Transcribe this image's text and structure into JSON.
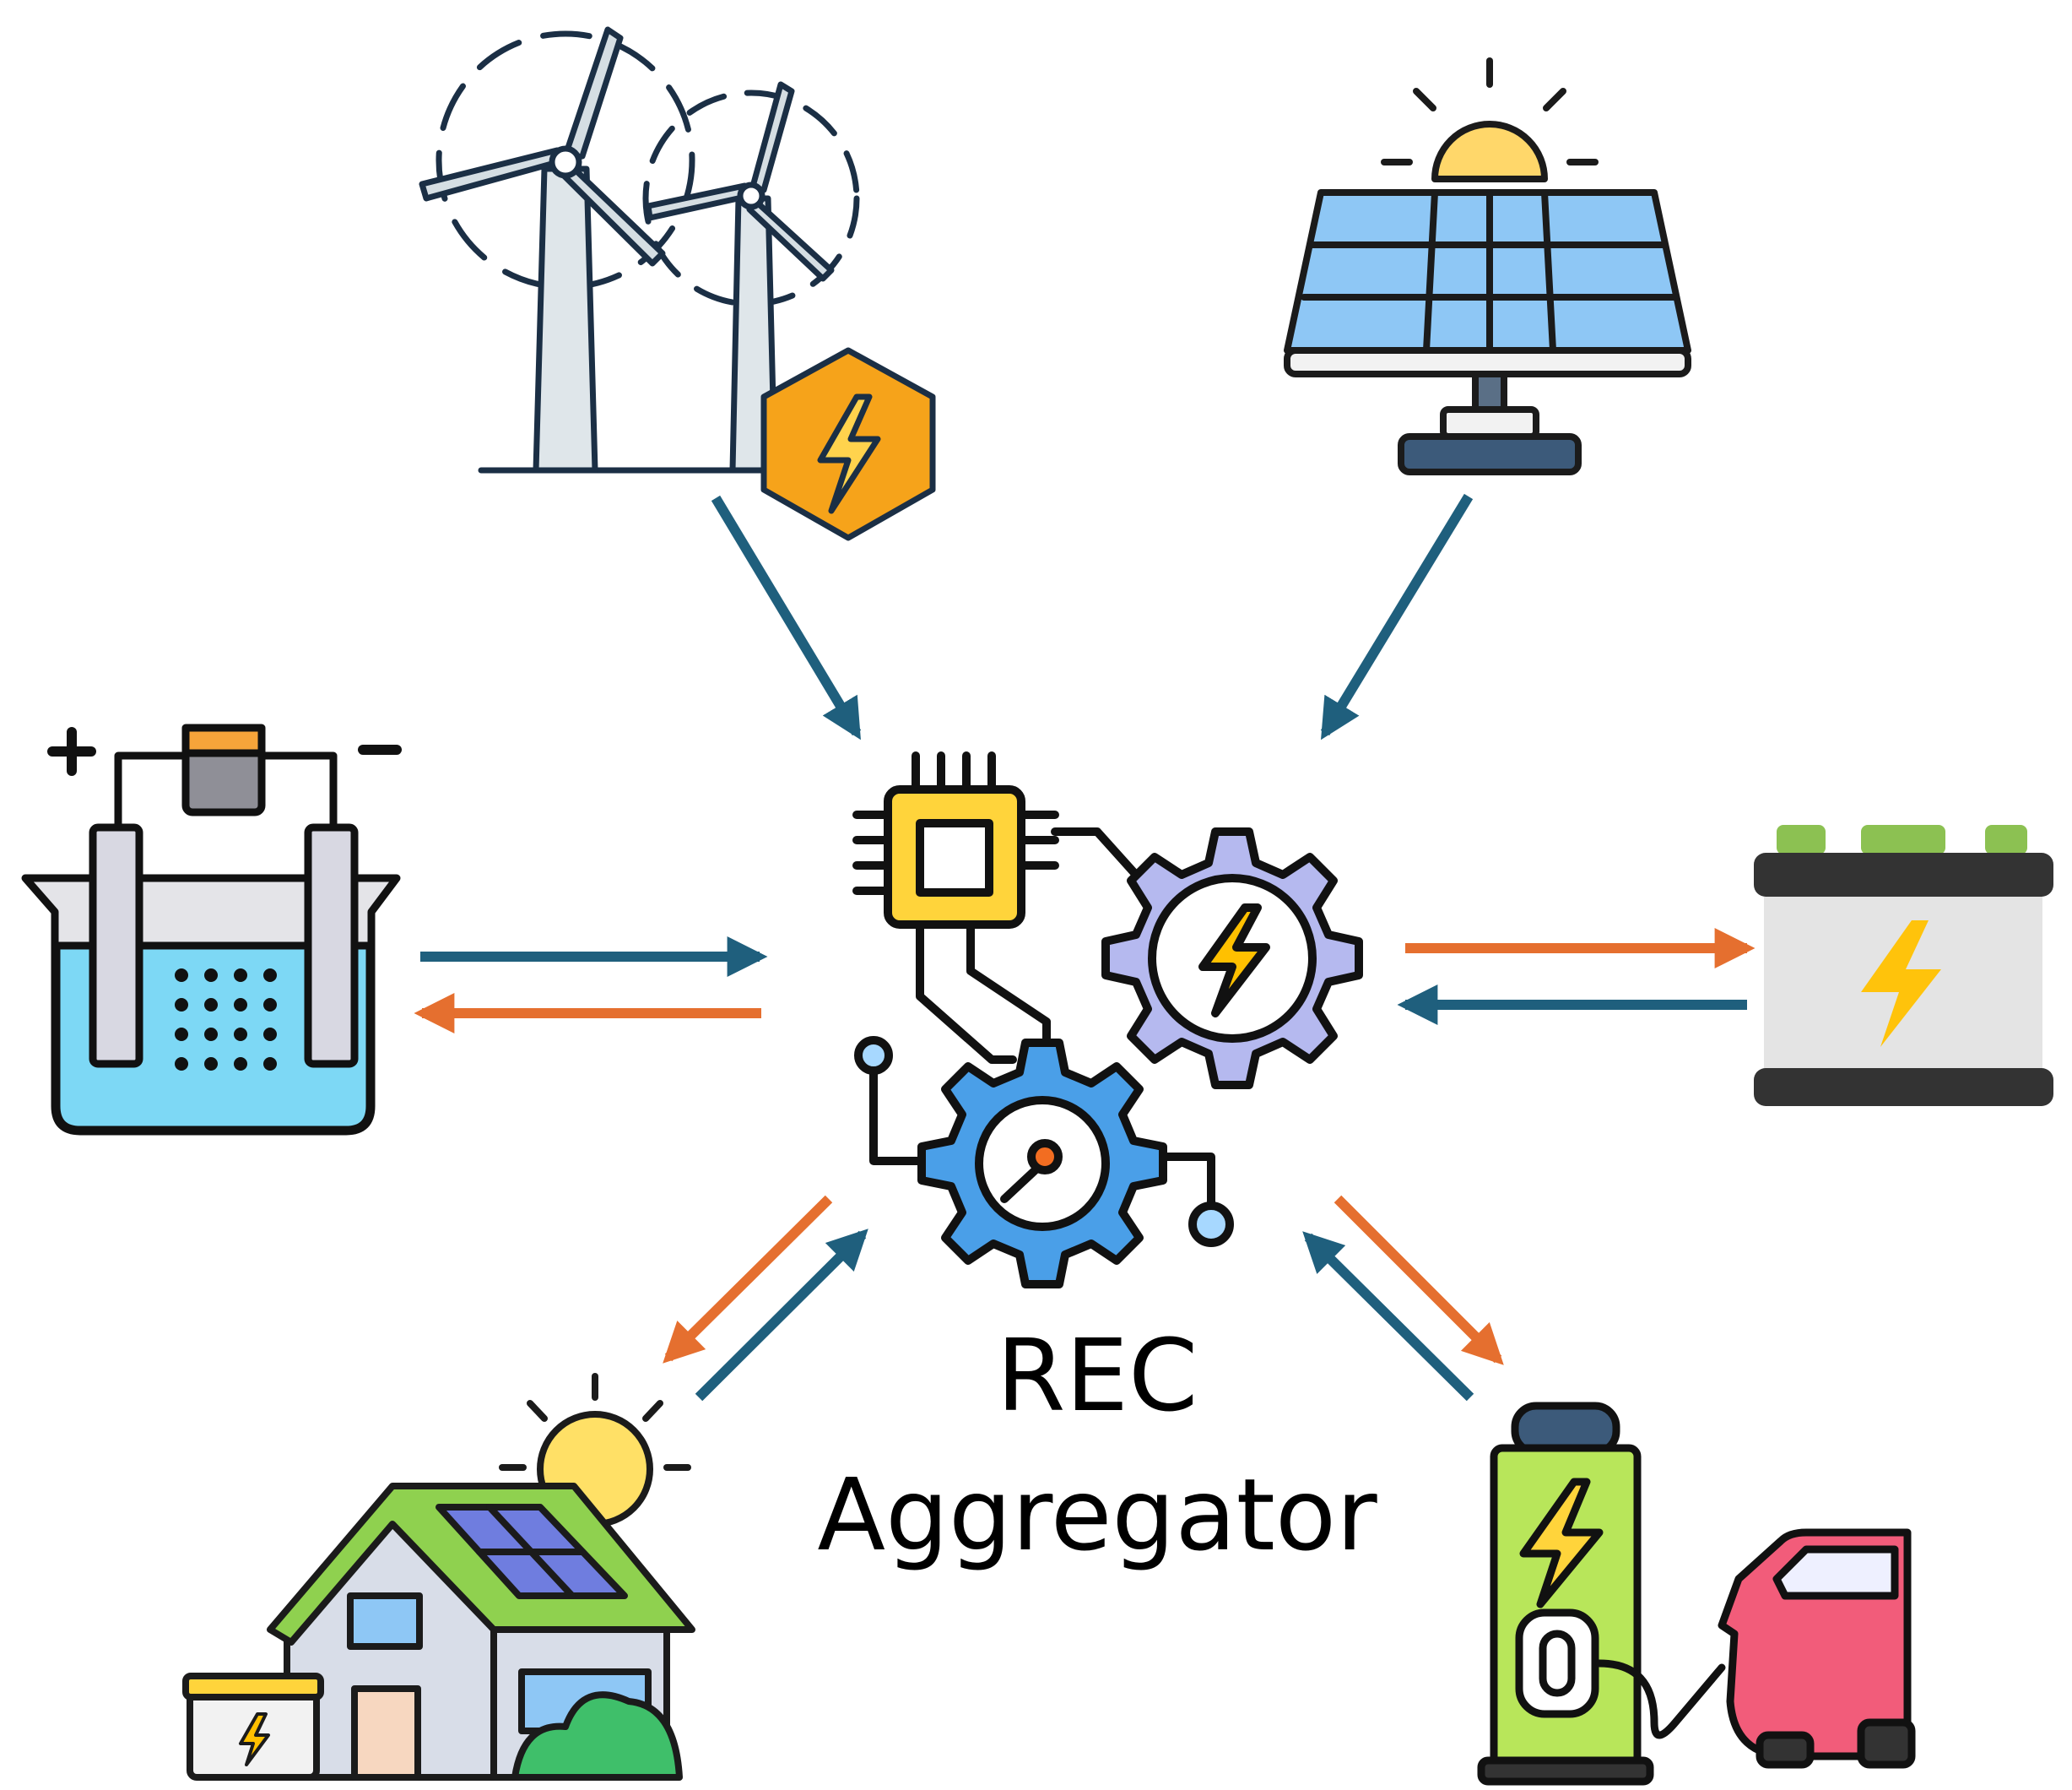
{
  "center": {
    "label_line1": "REC",
    "label_line2": "Aggregator"
  },
  "nodes": [
    {
      "name": "wind-turbines",
      "icon": "wind-turbine-icon"
    },
    {
      "name": "solar-panel",
      "icon": "solar-panel-icon"
    },
    {
      "name": "electrolyzer",
      "icon": "electrolyzer-icon"
    },
    {
      "name": "battery-storage",
      "icon": "battery-icon"
    },
    {
      "name": "solar-house",
      "icon": "solar-house-icon"
    },
    {
      "name": "ev-charger",
      "icon": "ev-charging-station-icon"
    }
  ],
  "colors": {
    "blue": "#1f5f7d",
    "orange": "#e56f2f"
  }
}
